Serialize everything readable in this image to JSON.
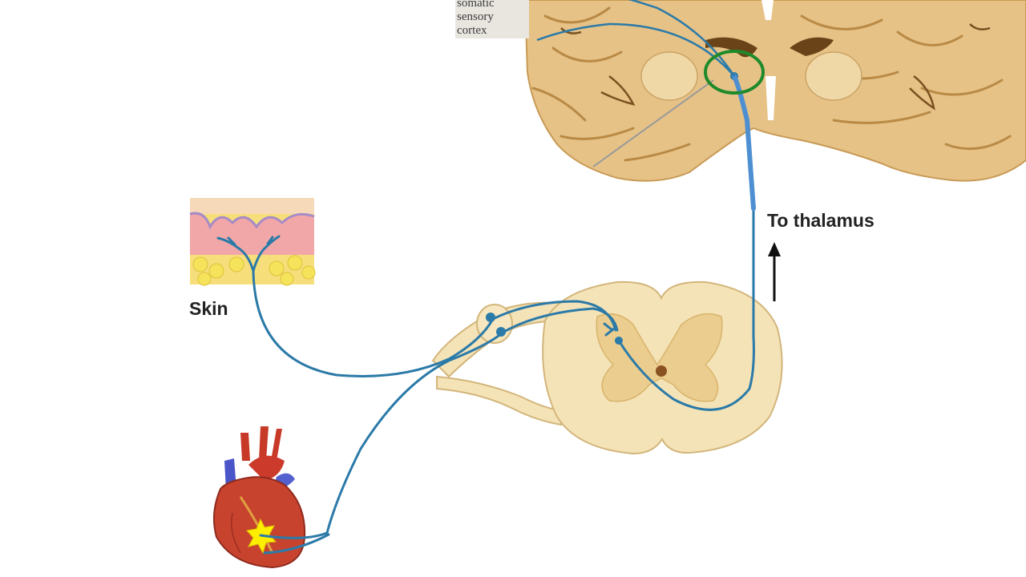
{
  "labels": {
    "cortex_line1": "somatic",
    "cortex_line2": "sensory",
    "cortex_line3": "cortex",
    "skin": "Skin",
    "to_thalamus": "To thalamus"
  },
  "colors": {
    "background": "#ffffff",
    "nerve_fiber": "#2b7aa8",
    "ascending_tract": "#4d8fd1",
    "thalamus_circle": "#1e8a2a",
    "brain_tissue": "#e8c58c",
    "spinal_cord": "#f5e3b8",
    "heart": "#c8432e",
    "pain_star": "#ffee00"
  },
  "icons": {
    "arrow": "up-arrow-icon",
    "pain": "star-burst-icon"
  }
}
